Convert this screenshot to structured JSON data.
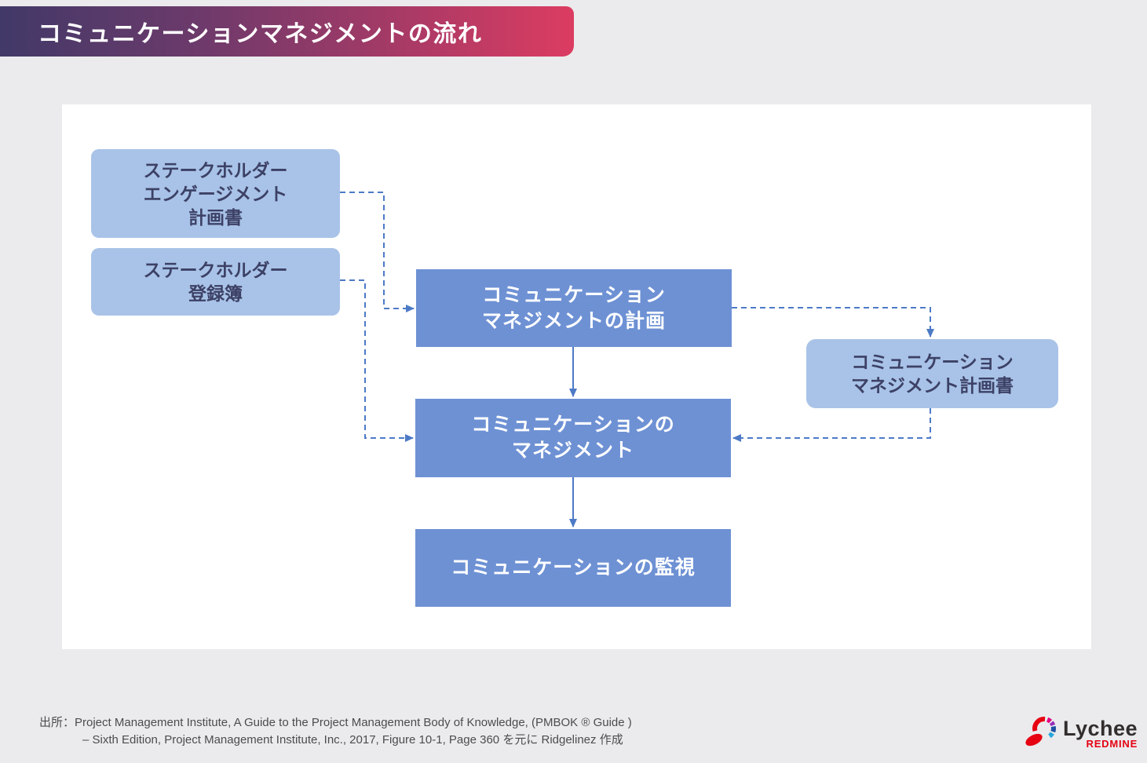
{
  "banner": {
    "title": "コミュニケーションマネジメントの流れ",
    "gradient_left": "#413968",
    "gradient_right": "#dc3c61"
  },
  "diagram": {
    "inputs": [
      {
        "name": "stakeholder-engagement-plan",
        "lines": [
          "ステークホルダー",
          "エンゲージメント",
          "計画書"
        ]
      },
      {
        "name": "stakeholder-register",
        "lines": [
          "ステークホルダー",
          "登録簿"
        ]
      }
    ],
    "processes": [
      {
        "name": "plan-communications-management",
        "lines": [
          "コミュニケーション",
          "マネジメントの計画"
        ]
      },
      {
        "name": "manage-communications",
        "lines": [
          "コミュニケーションの",
          "マネジメント"
        ]
      },
      {
        "name": "monitor-communications",
        "lines": [
          "コミュニケーションの監視"
        ]
      }
    ],
    "output": {
      "name": "communications-management-plan-doc",
      "lines": [
        "コミュニケーション",
        "マネジメント計画書"
      ]
    },
    "colors": {
      "input_fill": "#a9c3e8",
      "process_fill": "#6e91d4",
      "connector": "#4d7ac6",
      "input_text": "#3d4166",
      "process_text": "#ffffff",
      "panel": "#ffffff",
      "page_background": "#ebebed"
    }
  },
  "footer": {
    "source_line1": "出所：Project Management Institute, A Guide to the Project Management Body of Knowledge, (PMBOK ® Guide )",
    "source_line2": "– Sixth Edition, Project Management Institute, Inc., 2017, Figure 10-1, Page 360 を元に Ridgelinez 作成"
  },
  "logo": {
    "brand": "Lychee",
    "product": "REDMINE",
    "brand_color": "#332e2e",
    "product_color": "#e60012"
  }
}
